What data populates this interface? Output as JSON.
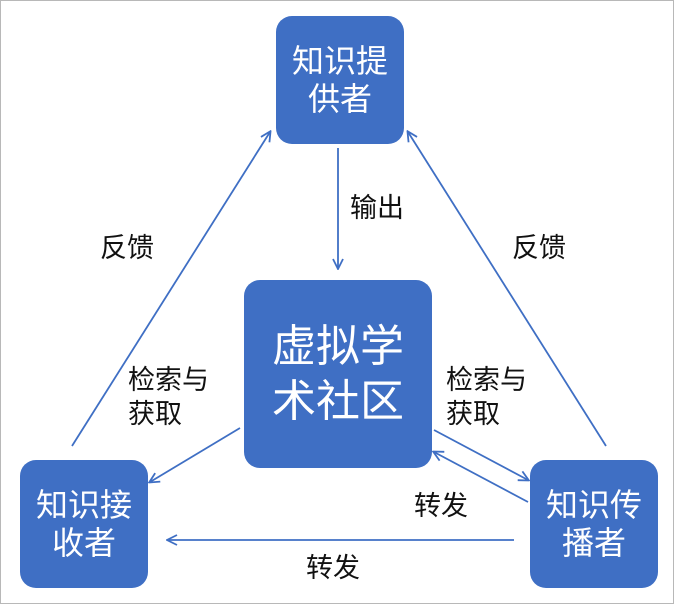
{
  "colors": {
    "node_fill": "#3f6fc4",
    "arrow": "#3f6fc4",
    "label_text": "#111111",
    "node_text": "#ffffff"
  },
  "nodes": {
    "provider": {
      "line1": "知识提",
      "line2": "供者"
    },
    "community": {
      "line1": "虚拟学",
      "line2": "术社区"
    },
    "receiver": {
      "line1": "知识接",
      "line2": "收者"
    },
    "disseminator": {
      "line1": "知识传",
      "line2": "播者"
    }
  },
  "edges": {
    "output": "输出",
    "feedback_left": "反馈",
    "feedback_right": "反馈",
    "retrieve_left": {
      "line1": "检索与",
      "line2": "获取"
    },
    "retrieve_right": {
      "line1": "检索与",
      "line2": "获取"
    },
    "forward_upper": "转发",
    "forward_lower": "转发"
  }
}
